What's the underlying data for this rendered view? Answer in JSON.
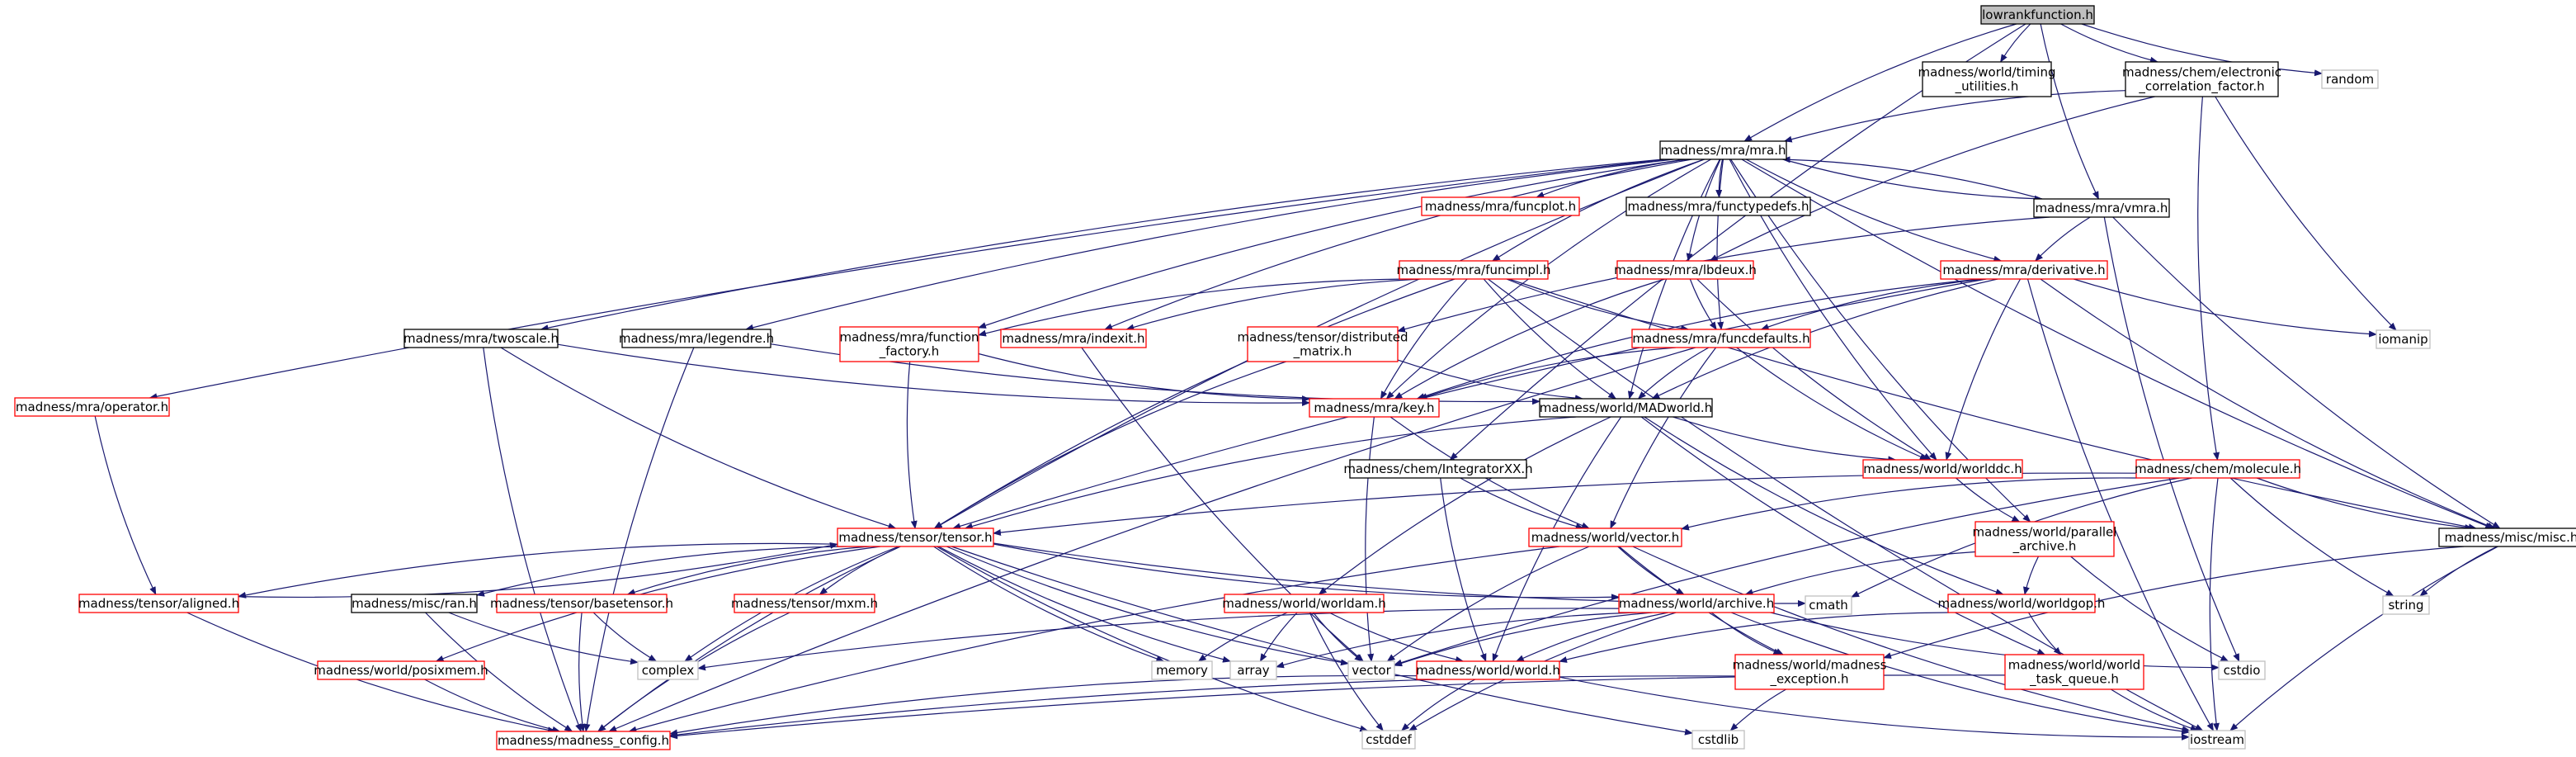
{
  "colors": {
    "edge": "#191970",
    "root_fill": "#bfbfbf",
    "black_border": "#000000",
    "red_border": "#ff0000",
    "gray_border": "#bfbfbf"
  },
  "nodes": {
    "lowrank": {
      "label": [
        "lowrankfunction.h"
      ],
      "style": "root"
    },
    "timing": {
      "label": [
        "madness/world/timing",
        "_utilities.h"
      ],
      "style": "black"
    },
    "ecf": {
      "label": [
        "madness/chem/electronic",
        "_correlation_factor.h"
      ],
      "style": "black"
    },
    "random": {
      "label": [
        "random"
      ],
      "style": "gray"
    },
    "mra": {
      "label": [
        "madness/mra/mra.h"
      ],
      "style": "black"
    },
    "funcplot": {
      "label": [
        "madness/mra/funcplot.h"
      ],
      "style": "red"
    },
    "functypedefs": {
      "label": [
        "madness/mra/functypedefs.h"
      ],
      "style": "black"
    },
    "vmra": {
      "label": [
        "madness/mra/vmra.h"
      ],
      "style": "black"
    },
    "funcimpl": {
      "label": [
        "madness/mra/funcimpl.h"
      ],
      "style": "red"
    },
    "lbdeux": {
      "label": [
        "madness/mra/lbdeux.h"
      ],
      "style": "red"
    },
    "derivative": {
      "label": [
        "madness/mra/derivative.h"
      ],
      "style": "red"
    },
    "iomanip": {
      "label": [
        "iomanip"
      ],
      "style": "gray"
    },
    "twoscale": {
      "label": [
        "madness/mra/twoscale.h"
      ],
      "style": "black"
    },
    "legendre": {
      "label": [
        "madness/mra/legendre.h"
      ],
      "style": "black"
    },
    "funcfactory": {
      "label": [
        "madness/mra/function",
        "_factory.h"
      ],
      "style": "red"
    },
    "indexit": {
      "label": [
        "madness/mra/indexit.h"
      ],
      "style": "red"
    },
    "distmatrix": {
      "label": [
        "madness/tensor/distributed",
        "_matrix.h"
      ],
      "style": "red"
    },
    "funcdefaults": {
      "label": [
        "madness/mra/funcdefaults.h"
      ],
      "style": "red"
    },
    "operator": {
      "label": [
        "madness/mra/operator.h"
      ],
      "style": "red"
    },
    "key": {
      "label": [
        "madness/mra/key.h"
      ],
      "style": "red"
    },
    "madworld": {
      "label": [
        "madness/world/MADworld.h"
      ],
      "style": "black"
    },
    "molecule": {
      "label": [
        "madness/chem/molecule.h"
      ],
      "style": "red"
    },
    "integrator": {
      "label": [
        "madness/chem/IntegratorXX.h"
      ],
      "style": "black"
    },
    "worlddc": {
      "label": [
        "madness/world/worlddc.h"
      ],
      "style": "red"
    },
    "tensor": {
      "label": [
        "madness/tensor/tensor.h"
      ],
      "style": "red"
    },
    "vector": {
      "label": [
        "madness/world/vector.h"
      ],
      "style": "red"
    },
    "parallelarchive": {
      "label": [
        "madness/world/parallel",
        "_archive.h"
      ],
      "style": "red"
    },
    "misc": {
      "label": [
        "madness/misc/misc.h"
      ],
      "style": "black"
    },
    "aligned": {
      "label": [
        "madness/tensor/aligned.h"
      ],
      "style": "red"
    },
    "ran": {
      "label": [
        "madness/misc/ran.h"
      ],
      "style": "black"
    },
    "basetensor": {
      "label": [
        "madness/tensor/basetensor.h"
      ],
      "style": "red"
    },
    "mxm": {
      "label": [
        "madness/tensor/mxm.h"
      ],
      "style": "red"
    },
    "cmath": {
      "label": [
        "cmath"
      ],
      "style": "gray"
    },
    "worldam": {
      "label": [
        "madness/world/worldam.h"
      ],
      "style": "red"
    },
    "archive": {
      "label": [
        "madness/world/archive.h"
      ],
      "style": "red"
    },
    "worldgop": {
      "label": [
        "madness/world/worldgop.h"
      ],
      "style": "red"
    },
    "string": {
      "label": [
        "string"
      ],
      "style": "gray"
    },
    "complex": {
      "label": [
        "complex"
      ],
      "style": "gray"
    },
    "memory": {
      "label": [
        "memory"
      ],
      "style": "gray"
    },
    "array": {
      "label": [
        "array"
      ],
      "style": "gray"
    },
    "vectorstd": {
      "label": [
        "vector"
      ],
      "style": "gray"
    },
    "cstdio": {
      "label": [
        "cstdio"
      ],
      "style": "gray"
    },
    "posixmem": {
      "label": [
        "madness/world/posixmem.h"
      ],
      "style": "red"
    },
    "world": {
      "label": [
        "madness/world/world.h"
      ],
      "style": "red"
    },
    "exception": {
      "label": [
        "madness/world/madness",
        "_exception.h"
      ],
      "style": "red"
    },
    "taskqueue": {
      "label": [
        "madness/world/world",
        "_task_queue.h"
      ],
      "style": "red"
    },
    "config": {
      "label": [
        "madness/madness_config.h"
      ],
      "style": "red"
    },
    "cstddef": {
      "label": [
        "cstddef"
      ],
      "style": "gray"
    },
    "cstdlib": {
      "label": [
        "cstdlib"
      ],
      "style": "gray"
    },
    "iostream": {
      "label": [
        "iostream"
      ],
      "style": "gray"
    }
  },
  "edges": [
    [
      "lowrank",
      "timing"
    ],
    [
      "lowrank",
      "ecf"
    ],
    [
      "lowrank",
      "random"
    ],
    [
      "lowrank",
      "mra"
    ],
    [
      "lowrank",
      "vmra"
    ],
    [
      "lowrank",
      "integrator"
    ],
    [
      "ecf",
      "mra"
    ],
    [
      "ecf",
      "iomanip"
    ],
    [
      "ecf",
      "molecule"
    ],
    [
      "ecf",
      "lbdeux"
    ],
    [
      "mra",
      "funcplot"
    ],
    [
      "mra",
      "functypedefs"
    ],
    [
      "mra",
      "vmra"
    ],
    [
      "mra",
      "funcimpl"
    ],
    [
      "mra",
      "lbdeux"
    ],
    [
      "mra",
      "derivative"
    ],
    [
      "mra",
      "twoscale"
    ],
    [
      "mra",
      "legendre"
    ],
    [
      "mra",
      "funcfactory"
    ],
    [
      "mra",
      "indexit"
    ],
    [
      "mra",
      "operator"
    ],
    [
      "mra",
      "key"
    ],
    [
      "mra",
      "funcdefaults"
    ],
    [
      "mra",
      "madworld"
    ],
    [
      "mra",
      "worlddc"
    ],
    [
      "mra",
      "tensor"
    ],
    [
      "mra",
      "misc"
    ],
    [
      "mra",
      "parallelarchive"
    ],
    [
      "vmra",
      "mra"
    ],
    [
      "vmra",
      "derivative"
    ],
    [
      "vmra",
      "distmatrix"
    ],
    [
      "vmra",
      "cstdio"
    ],
    [
      "vmra",
      "misc"
    ],
    [
      "funcimpl",
      "funcfactory"
    ],
    [
      "funcimpl",
      "indexit"
    ],
    [
      "funcimpl",
      "funcdefaults"
    ],
    [
      "funcimpl",
      "key"
    ],
    [
      "funcimpl",
      "madworld"
    ],
    [
      "funcimpl",
      "tensor"
    ],
    [
      "funcimpl",
      "iostream"
    ],
    [
      "funcimpl",
      "misc"
    ],
    [
      "lbdeux",
      "funcdefaults"
    ],
    [
      "lbdeux",
      "key"
    ],
    [
      "lbdeux",
      "worlddc"
    ],
    [
      "derivative",
      "funcdefaults"
    ],
    [
      "derivative",
      "key"
    ],
    [
      "derivative",
      "madworld"
    ],
    [
      "derivative",
      "worlddc"
    ],
    [
      "derivative",
      "iomanip"
    ],
    [
      "derivative",
      "misc"
    ],
    [
      "derivative",
      "iostream"
    ],
    [
      "derivative",
      "tensor"
    ],
    [
      "twoscale",
      "tensor"
    ],
    [
      "twoscale",
      "config"
    ],
    [
      "twoscale",
      "key"
    ],
    [
      "legendre",
      "madworld"
    ],
    [
      "legendre",
      "config"
    ],
    [
      "funcfactory",
      "key"
    ],
    [
      "funcfactory",
      "tensor"
    ],
    [
      "indexit",
      "vectorstd"
    ],
    [
      "distmatrix",
      "madworld"
    ],
    [
      "distmatrix",
      "tensor"
    ],
    [
      "funcdefaults",
      "key"
    ],
    [
      "funcdefaults",
      "madworld"
    ],
    [
      "funcdefaults",
      "vector"
    ],
    [
      "funcdefaults",
      "worlddc"
    ],
    [
      "funcdefaults",
      "config"
    ],
    [
      "operator",
      "aligned"
    ],
    [
      "key",
      "vector"
    ],
    [
      "key",
      "vectorstd"
    ],
    [
      "madworld",
      "worlddc"
    ],
    [
      "madworld",
      "worldam"
    ],
    [
      "madworld",
      "world"
    ],
    [
      "madworld",
      "worldgop"
    ],
    [
      "madworld",
      "taskqueue"
    ],
    [
      "madworld",
      "tensor"
    ],
    [
      "molecule",
      "tensor"
    ],
    [
      "molecule",
      "vector"
    ],
    [
      "molecule",
      "misc"
    ],
    [
      "molecule",
      "iostream"
    ],
    [
      "molecule",
      "string"
    ],
    [
      "molecule",
      "cmath"
    ],
    [
      "molecule",
      "vectorstd"
    ],
    [
      "integrator",
      "vector"
    ],
    [
      "integrator",
      "world"
    ],
    [
      "worlddc",
      "parallelarchive"
    ],
    [
      "tensor",
      "aligned"
    ],
    [
      "tensor",
      "ran"
    ],
    [
      "tensor",
      "basetensor"
    ],
    [
      "tensor",
      "mxm"
    ],
    [
      "tensor",
      "posixmem"
    ],
    [
      "tensor",
      "archive"
    ],
    [
      "tensor",
      "cmath"
    ],
    [
      "tensor",
      "complex"
    ],
    [
      "tensor",
      "memory"
    ],
    [
      "tensor",
      "array"
    ],
    [
      "tensor",
      "vectorstd"
    ],
    [
      "tensor",
      "config"
    ],
    [
      "tensor",
      "cstddef"
    ],
    [
      "tensor",
      "cstdlib"
    ],
    [
      "aligned",
      "tensor"
    ],
    [
      "aligned",
      "config"
    ],
    [
      "ran",
      "complex"
    ],
    [
      "ran",
      "config"
    ],
    [
      "basetensor",
      "complex"
    ],
    [
      "basetensor",
      "config"
    ],
    [
      "mxm",
      "config"
    ],
    [
      "posixmem",
      "config"
    ],
    [
      "vector",
      "archive"
    ],
    [
      "vector",
      "vectorstd"
    ],
    [
      "vector",
      "iostream"
    ],
    [
      "vector",
      "exception"
    ],
    [
      "vector",
      "config"
    ],
    [
      "parallelarchive",
      "archive"
    ],
    [
      "parallelarchive",
      "worldgop"
    ],
    [
      "parallelarchive",
      "cstdio"
    ],
    [
      "misc",
      "string"
    ],
    [
      "misc",
      "iostream"
    ],
    [
      "misc",
      "exception"
    ],
    [
      "worldam",
      "vectorstd"
    ],
    [
      "worldam",
      "memory"
    ],
    [
      "worldam",
      "array"
    ],
    [
      "worldam",
      "cstddef"
    ],
    [
      "worldam",
      "world"
    ],
    [
      "archive",
      "complex"
    ],
    [
      "archive",
      "array"
    ],
    [
      "archive",
      "vectorstd"
    ],
    [
      "archive",
      "cstdio"
    ],
    [
      "archive",
      "world"
    ],
    [
      "archive",
      "exception"
    ],
    [
      "archive",
      "cstddef"
    ],
    [
      "archive",
      "iostream"
    ],
    [
      "worldgop",
      "world"
    ],
    [
      "worldgop",
      "taskqueue"
    ],
    [
      "world",
      "config"
    ],
    [
      "world",
      "cstddef"
    ],
    [
      "world",
      "iostream"
    ],
    [
      "exception",
      "config"
    ],
    [
      "exception",
      "cstdlib"
    ],
    [
      "taskqueue",
      "config"
    ],
    [
      "taskqueue",
      "iostream"
    ]
  ]
}
